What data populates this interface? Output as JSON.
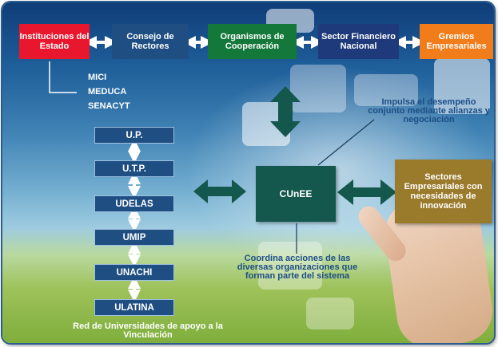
{
  "top_row": [
    {
      "label": "Instituciones del Estado",
      "color": "#e8172e"
    },
    {
      "label": "Consejo de Rectores",
      "color": "#1f4e82"
    },
    {
      "label": "Organismos de Cooperación",
      "color": "#14783a"
    },
    {
      "label": "Sector Financiero Nacional",
      "color": "#1f3a7a"
    },
    {
      "label": "Gremios Empresariales",
      "color": "#f07c1a"
    }
  ],
  "state_institutions": [
    "MICI",
    "MEDUCA",
    "SENACYT"
  ],
  "universities": [
    "U.P.",
    "U.T.P.",
    "UDELAS",
    "UMIP",
    "UNACHI",
    "ULATINA"
  ],
  "university_network_label": "Red de Universidades de apoyo a la Vinculación",
  "center": {
    "label": "CUnEE",
    "color": "#14574d"
  },
  "sectors_box": {
    "label": "Sectores Empresariales con necesidades de innovación",
    "color": "#9a7a2b"
  },
  "note_top": "Impulsa el desempeño conjunto mediante alianzas y negociación",
  "note_bottom": "Coordina acciones de las diversas organizaciones que forman parte del sistema",
  "colors": {
    "arrow": "#14574d",
    "text_dark": "#1b4e86"
  }
}
